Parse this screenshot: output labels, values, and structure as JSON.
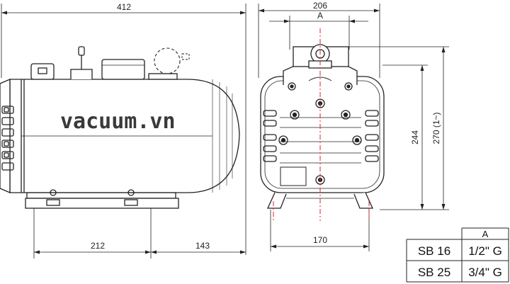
{
  "dimensions": {
    "overall_length": "412",
    "overall_width": "206",
    "connection_offset": "A",
    "base_left": "212",
    "base_right": "143",
    "foot_spacing": "170",
    "axis_height": "244",
    "total_height": "270 (1~)"
  },
  "watermark": "vacuum.vn",
  "connection_table": {
    "header": "A",
    "rows": [
      {
        "model": "SB 16",
        "thread": "1/2\" G"
      },
      {
        "model": "SB 25",
        "thread": "3/4\" G"
      }
    ]
  },
  "colors": {
    "line": "#222222",
    "centerline": "#e0202a",
    "body_fill": "#ffffff"
  }
}
